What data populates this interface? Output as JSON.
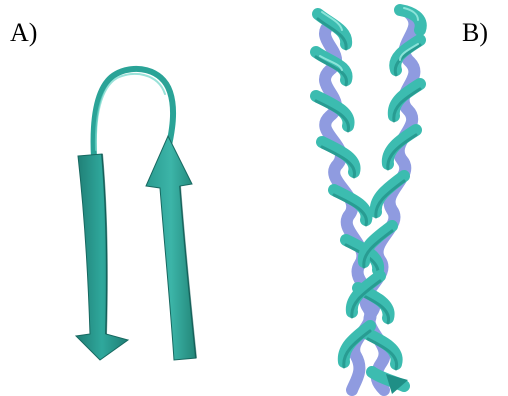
{
  "panels": [
    {
      "label": "A)",
      "structure": "beta-hairpin"
    },
    {
      "label": "B)",
      "structure": "coiled-coil"
    }
  ],
  "colors": {
    "strand": "#2fa89c",
    "strand_dark": "#1f7d74",
    "strand_light": "#56c9bb",
    "helix_teal": "#3cbcb0",
    "helix_teal_dark": "#1f8f86",
    "helix_blue": "#8f9be0",
    "helix_blue_dark": "#6a76c6",
    "background": "#ffffff"
  }
}
